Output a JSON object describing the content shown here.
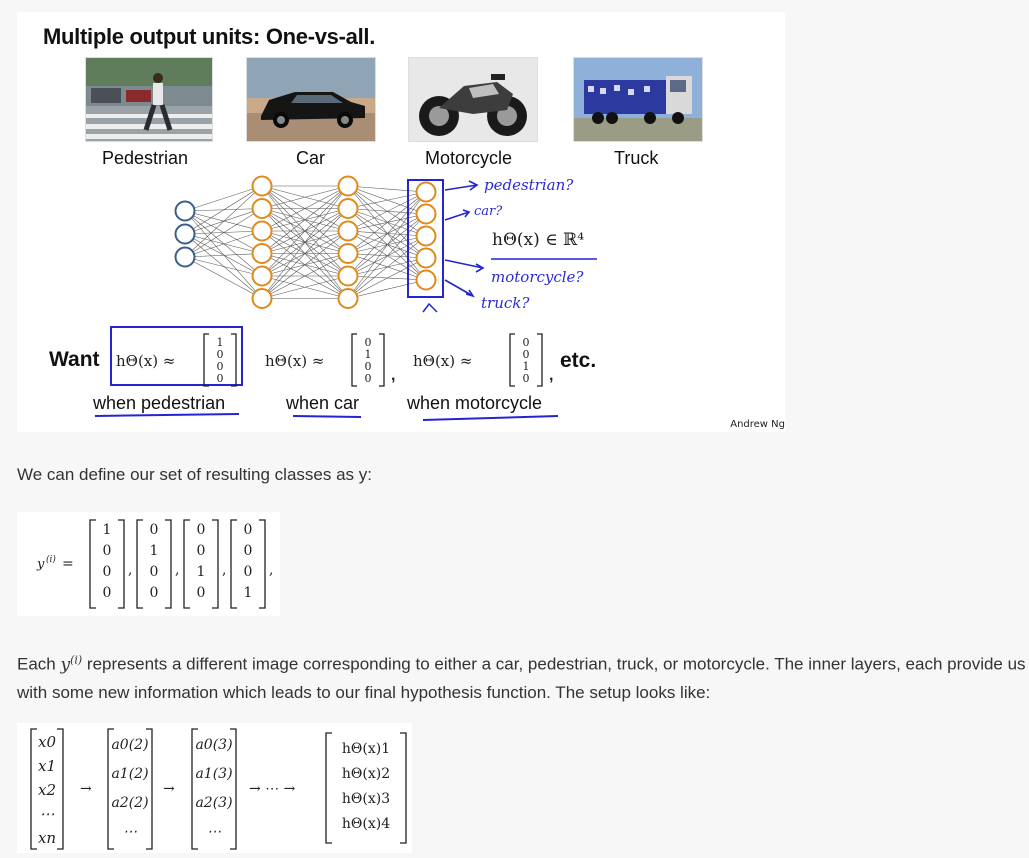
{
  "slide": {
    "title": "Multiple output units: One-vs-all.",
    "images": [
      {
        "label": "Pedestrian"
      },
      {
        "label": "Car"
      },
      {
        "label": "Motorcycle"
      },
      {
        "label": "Truck"
      }
    ],
    "want_label": "Want",
    "etc_label": "etc.",
    "hypotheses": [
      {
        "expr": "hΘ(x) ≈",
        "vector": [
          "1",
          "0",
          "0",
          "0"
        ],
        "when": "when pedestrian"
      },
      {
        "expr": "hΘ(x) ≈",
        "vector": [
          "0",
          "1",
          "0",
          "0"
        ],
        "when": "when car"
      },
      {
        "expr": "hΘ(x) ≈",
        "vector": [
          "0",
          "0",
          "1",
          "0"
        ],
        "when": "when motorcycle"
      }
    ],
    "handwritten": {
      "pedestrian": "pedestrian?",
      "car": "car?",
      "motorcycle": "motorcycle?",
      "truck": "truck?",
      "hyp": "hΘ(x) ∈ ℝ⁴"
    },
    "credit": "Andrew Ng"
  },
  "paragraph1": "We can define our set of resulting classes as y:",
  "y_eq": {
    "lhs": "y(i) =",
    "vectors": [
      [
        "1",
        "0",
        "0",
        "0"
      ],
      [
        "0",
        "1",
        "0",
        "0"
      ],
      [
        "0",
        "0",
        "1",
        "0"
      ],
      [
        "0",
        "0",
        "0",
        "1"
      ]
    ]
  },
  "paragraph2_pre": "Each ",
  "paragraph2_sym": "y(i)",
  "paragraph2_post": " represents a different image corresponding to either a car, pedestrian, truck, or motorcycle. The inner layers, each provide us with some new information which leads to our final hypothesis function. The setup looks like:",
  "setup": {
    "input": [
      "x0",
      "x1",
      "x2",
      "⋯",
      "xn"
    ],
    "layer2": [
      "a0(2)",
      "a1(2)",
      "a2(2)",
      "⋯"
    ],
    "layer3": [
      "a0(3)",
      "a1(3)",
      "a2(3)",
      "⋯"
    ],
    "output": [
      "hΘ(x)1",
      "hΘ(x)2",
      "hΘ(x)3",
      "hΘ(x)4"
    ],
    "arrow": "→",
    "dots": "→ ⋯ →"
  }
}
